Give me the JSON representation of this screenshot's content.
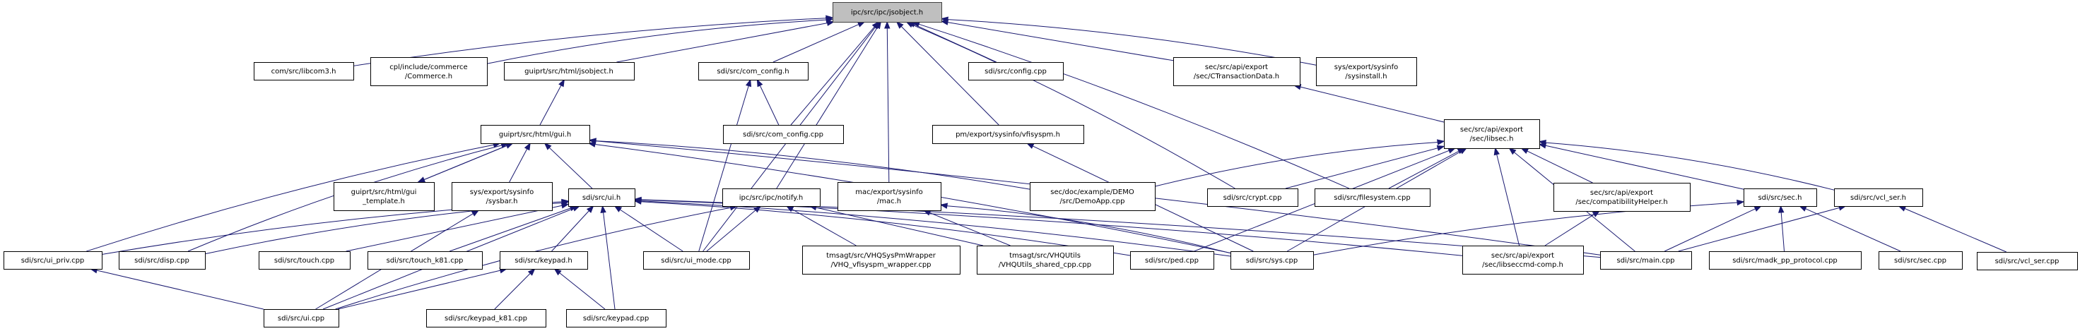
{
  "title": "Included-by dependency graph for ipc/src/ipc/jsobject.h",
  "colors": {
    "edge": "#191970",
    "root_fill": "#bfbfbf",
    "node_fill": "#ffffff",
    "node_border": "#000000"
  },
  "root": "ipc_jsobject",
  "nodes": [
    {
      "id": "ipc_jsobject",
      "lines": [
        "ipc/src/ipc/jsobject.h"
      ]
    },
    {
      "id": "libcom3",
      "lines": [
        "com/src/libcom3.h"
      ]
    },
    {
      "id": "commerce",
      "lines": [
        "cpl/include/commerce",
        "/Commerce.h"
      ]
    },
    {
      "id": "gui_jsobject",
      "lines": [
        "guiprt/src/html/jsobject.h"
      ]
    },
    {
      "id": "com_config_h",
      "lines": [
        "sdi/src/com_config.h"
      ]
    },
    {
      "id": "config_cpp",
      "lines": [
        "sdi/src/config.cpp"
      ]
    },
    {
      "id": "ctransaction",
      "lines": [
        "sec/src/api/export",
        "/sec/CTransactionData.h"
      ]
    },
    {
      "id": "sysinstall",
      "lines": [
        "sys/export/sysinfo",
        "/sysinstall.h"
      ]
    },
    {
      "id": "gui_h",
      "lines": [
        "guiprt/src/html/gui.h"
      ]
    },
    {
      "id": "com_config_cpp",
      "lines": [
        "sdi/src/com_config.cpp"
      ]
    },
    {
      "id": "vfisyspm",
      "lines": [
        "pm/export/sysinfo/vfisyspm.h"
      ]
    },
    {
      "id": "libsec",
      "lines": [
        "sec/src/api/export",
        "/sec/libsec.h"
      ]
    },
    {
      "id": "gui_template",
      "lines": [
        "guiprt/src/html/gui",
        "_template.h"
      ]
    },
    {
      "id": "sysbar",
      "lines": [
        "sys/export/sysinfo",
        "/sysbar.h"
      ]
    },
    {
      "id": "ui_h",
      "lines": [
        "sdi/src/ui.h"
      ]
    },
    {
      "id": "notify",
      "lines": [
        "ipc/src/ipc/notify.h"
      ]
    },
    {
      "id": "mac",
      "lines": [
        "mac/export/sysinfo",
        "/mac.h"
      ]
    },
    {
      "id": "demoapp",
      "lines": [
        "sec/doc/example/DEMO",
        "/src/DemoApp.cpp"
      ]
    },
    {
      "id": "crypt",
      "lines": [
        "sdi/src/crypt.cpp"
      ]
    },
    {
      "id": "filesystem",
      "lines": [
        "sdi/src/filesystem.cpp"
      ]
    },
    {
      "id": "compat",
      "lines": [
        "sec/src/api/export",
        "/sec/compatibilityHelper.h"
      ]
    },
    {
      "id": "sec_h",
      "lines": [
        "sdi/src/sec.h"
      ]
    },
    {
      "id": "vcl_ser_h",
      "lines": [
        "sdi/src/vcl_ser.h"
      ]
    },
    {
      "id": "ui_priv",
      "lines": [
        "sdi/src/ui_priv.cpp"
      ]
    },
    {
      "id": "disp",
      "lines": [
        "sdi/src/disp.cpp"
      ]
    },
    {
      "id": "touch",
      "lines": [
        "sdi/src/touch.cpp"
      ]
    },
    {
      "id": "touch_k81",
      "lines": [
        "sdi/src/touch_k81.cpp"
      ]
    },
    {
      "id": "keypad_h",
      "lines": [
        "sdi/src/keypad.h"
      ]
    },
    {
      "id": "ui_mode",
      "lines": [
        "sdi/src/ui_mode.cpp"
      ]
    },
    {
      "id": "wrapper",
      "lines": [
        "tmsagt/src/VHQSysPmWrapper",
        "/VHQ_vfisyspm_wrapper.cpp"
      ]
    },
    {
      "id": "vhqutils",
      "lines": [
        "tmsagt/src/VHQUtils",
        "/VHQUtils_shared_cpp.cpp"
      ]
    },
    {
      "id": "ped",
      "lines": [
        "sdi/src/ped.cpp"
      ]
    },
    {
      "id": "sys_cpp",
      "lines": [
        "sdi/src/sys.cpp"
      ]
    },
    {
      "id": "libseccmd",
      "lines": [
        "sec/src/api/export",
        "/sec/libseccmd-comp.h"
      ]
    },
    {
      "id": "main_cpp",
      "lines": [
        "sdi/src/main.cpp"
      ]
    },
    {
      "id": "madk",
      "lines": [
        "sdi/src/madk_pp_protocol.cpp"
      ]
    },
    {
      "id": "sec_cpp",
      "lines": [
        "sdi/src/sec.cpp"
      ]
    },
    {
      "id": "vcl_ser_cpp",
      "lines": [
        "sdi/src/vcl_ser.cpp"
      ]
    },
    {
      "id": "ui_cpp",
      "lines": [
        "sdi/src/ui.cpp"
      ]
    },
    {
      "id": "keypad_k81",
      "lines": [
        "sdi/src/keypad_k81.cpp"
      ]
    },
    {
      "id": "keypad_cpp",
      "lines": [
        "sdi/src/keypad.cpp"
      ]
    }
  ],
  "edges": [
    [
      "libcom3",
      "ipc_jsobject"
    ],
    [
      "commerce",
      "ipc_jsobject"
    ],
    [
      "gui_jsobject",
      "ipc_jsobject"
    ],
    [
      "com_config_h",
      "ipc_jsobject"
    ],
    [
      "config_cpp",
      "ipc_jsobject"
    ],
    [
      "ctransaction",
      "ipc_jsobject"
    ],
    [
      "sysinstall",
      "ipc_jsobject"
    ],
    [
      "com_config_cpp",
      "ipc_jsobject"
    ],
    [
      "ui_mode",
      "ipc_jsobject"
    ],
    [
      "notify",
      "ipc_jsobject"
    ],
    [
      "mac",
      "ipc_jsobject"
    ],
    [
      "vfisyspm",
      "ipc_jsobject"
    ],
    [
      "crypt",
      "ipc_jsobject"
    ],
    [
      "filesystem",
      "ipc_jsobject"
    ],
    [
      "gui_h",
      "gui_jsobject"
    ],
    [
      "com_config_cpp",
      "com_config_h"
    ],
    [
      "ui_mode",
      "com_config_h"
    ],
    [
      "gui_template",
      "gui_h"
    ],
    [
      "gui_h",
      "gui_template"
    ],
    [
      "sysbar",
      "gui_h"
    ],
    [
      "ui_h",
      "gui_h"
    ],
    [
      "ui_priv",
      "gui_h"
    ],
    [
      "disp",
      "gui_h"
    ],
    [
      "demoapp",
      "gui_h"
    ],
    [
      "sys_cpp",
      "gui_h"
    ],
    [
      "main_cpp",
      "gui_h"
    ],
    [
      "ui_cpp",
      "sysbar"
    ],
    [
      "ui_priv",
      "ui_h"
    ],
    [
      "disp",
      "ui_h"
    ],
    [
      "touch",
      "ui_h"
    ],
    [
      "touch_k81",
      "ui_h"
    ],
    [
      "keypad_h",
      "ui_h"
    ],
    [
      "keypad_cpp",
      "ui_h"
    ],
    [
      "ui_mode",
      "ui_h"
    ],
    [
      "sys_cpp",
      "ui_h"
    ],
    [
      "ped",
      "ui_h"
    ],
    [
      "main_cpp",
      "ui_h"
    ],
    [
      "ui_cpp",
      "ui_h"
    ],
    [
      "libseccmd",
      "ui_h"
    ],
    [
      "ui_cpp",
      "keypad_h"
    ],
    [
      "keypad_k81",
      "keypad_h"
    ],
    [
      "keypad_cpp",
      "keypad_h"
    ],
    [
      "ui_cpp",
      "ui_priv"
    ],
    [
      "ui_mode",
      "notify"
    ],
    [
      "wrapper",
      "notify"
    ],
    [
      "vhqutils",
      "notify"
    ],
    [
      "ui_cpp",
      "notify"
    ],
    [
      "vhqutils",
      "mac"
    ],
    [
      "sys_cpp",
      "mac"
    ],
    [
      "sys_cpp",
      "vfisyspm"
    ],
    [
      "libsec",
      "ctransaction"
    ],
    [
      "demoapp",
      "libsec"
    ],
    [
      "crypt",
      "libsec"
    ],
    [
      "filesystem",
      "libsec"
    ],
    [
      "ped",
      "libsec"
    ],
    [
      "sys_cpp",
      "libsec"
    ],
    [
      "libseccmd",
      "libsec"
    ],
    [
      "compat",
      "libsec"
    ],
    [
      "sec_h",
      "libsec"
    ],
    [
      "vcl_ser_h",
      "libsec"
    ],
    [
      "main_cpp",
      "libsec"
    ],
    [
      "libseccmd",
      "compat"
    ],
    [
      "sys_cpp",
      "sec_h"
    ],
    [
      "main_cpp",
      "sec_h"
    ],
    [
      "madk",
      "sec_h"
    ],
    [
      "sec_cpp",
      "sec_h"
    ],
    [
      "main_cpp",
      "vcl_ser_h"
    ],
    [
      "vcl_ser_cpp",
      "vcl_ser_h"
    ]
  ]
}
